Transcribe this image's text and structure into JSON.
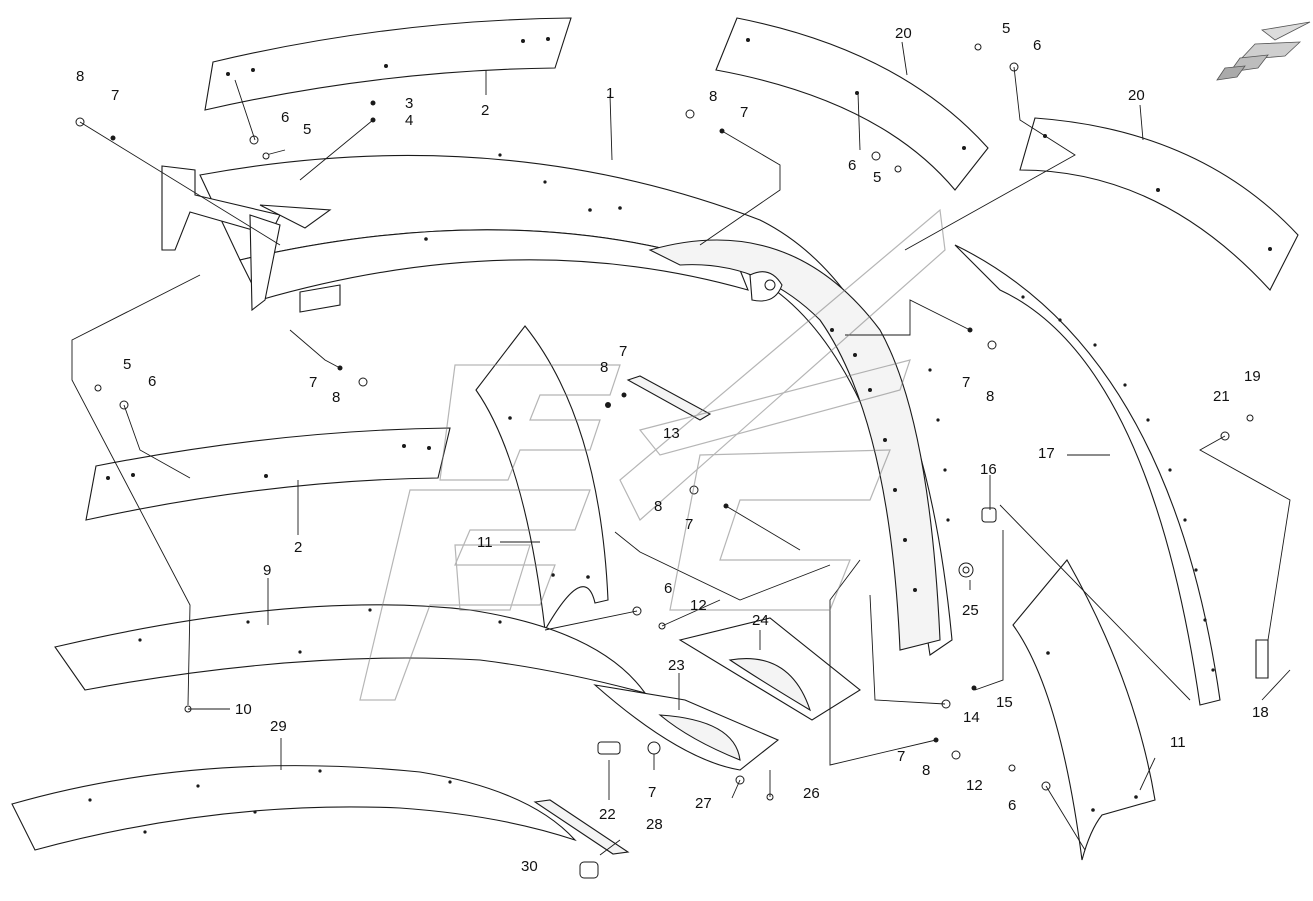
{
  "diagram": {
    "callouts": [
      {
        "id": "c1",
        "text": "1"
      },
      {
        "id": "c2a",
        "text": "2"
      },
      {
        "id": "c2b",
        "text": "2"
      },
      {
        "id": "c3",
        "text": "3"
      },
      {
        "id": "c4",
        "text": "4"
      },
      {
        "id": "c5a",
        "text": "5"
      },
      {
        "id": "c5b",
        "text": "5"
      },
      {
        "id": "c5c",
        "text": "5"
      },
      {
        "id": "c5d",
        "text": "5"
      },
      {
        "id": "c6a",
        "text": "6"
      },
      {
        "id": "c6b",
        "text": "6"
      },
      {
        "id": "c6c",
        "text": "6"
      },
      {
        "id": "c6d",
        "text": "6"
      },
      {
        "id": "c6e",
        "text": "6"
      },
      {
        "id": "c6f",
        "text": "6"
      },
      {
        "id": "c7a",
        "text": "7"
      },
      {
        "id": "c7b",
        "text": "7"
      },
      {
        "id": "c7c",
        "text": "7"
      },
      {
        "id": "c7d",
        "text": "7"
      },
      {
        "id": "c7e",
        "text": "7"
      },
      {
        "id": "c7f",
        "text": "7"
      },
      {
        "id": "c7g",
        "text": "7"
      },
      {
        "id": "c7h",
        "text": "7"
      },
      {
        "id": "c8a",
        "text": "8"
      },
      {
        "id": "c8b",
        "text": "8"
      },
      {
        "id": "c8c",
        "text": "8"
      },
      {
        "id": "c8d",
        "text": "8"
      },
      {
        "id": "c8e",
        "text": "8"
      },
      {
        "id": "c8f",
        "text": "8"
      },
      {
        "id": "c8g",
        "text": "8"
      },
      {
        "id": "c9",
        "text": "9"
      },
      {
        "id": "c10",
        "text": "10"
      },
      {
        "id": "c11a",
        "text": "11"
      },
      {
        "id": "c11b",
        "text": "11"
      },
      {
        "id": "c12a",
        "text": "12"
      },
      {
        "id": "c12b",
        "text": "12"
      },
      {
        "id": "c13",
        "text": "13"
      },
      {
        "id": "c14",
        "text": "14"
      },
      {
        "id": "c15",
        "text": "15"
      },
      {
        "id": "c16",
        "text": "16"
      },
      {
        "id": "c17",
        "text": "17"
      },
      {
        "id": "c18",
        "text": "18"
      },
      {
        "id": "c19",
        "text": "19"
      },
      {
        "id": "c20a",
        "text": "20"
      },
      {
        "id": "c20b",
        "text": "20"
      },
      {
        "id": "c21",
        "text": "21"
      },
      {
        "id": "c22",
        "text": "22"
      },
      {
        "id": "c23",
        "text": "23"
      },
      {
        "id": "c24",
        "text": "24"
      },
      {
        "id": "c25",
        "text": "25"
      },
      {
        "id": "c26",
        "text": "26"
      },
      {
        "id": "c27",
        "text": "27"
      },
      {
        "id": "c28",
        "text": "28"
      },
      {
        "id": "c29",
        "text": "29"
      },
      {
        "id": "c30",
        "text": "30"
      }
    ]
  },
  "colors": {
    "line": "#1a1a1a",
    "watermark": "#7a7a7a",
    "background": "#ffffff"
  },
  "icons": {
    "direction_arrow": "direction-arrow-icon"
  }
}
